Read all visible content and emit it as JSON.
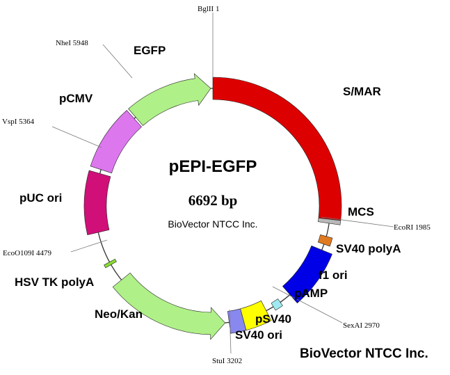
{
  "plasmid": {
    "name": "pEPI-EGFP",
    "size": "6692 bp",
    "company": "BioVector NTCC Inc.",
    "company_watermark": "BioVector NTCC Inc."
  },
  "features": [
    {
      "label": "S/MAR",
      "color": "#dd0000"
    },
    {
      "label": "MCS",
      "color": "#b8b8b8"
    },
    {
      "label": "SV40 polyA",
      "color": "#e07a20"
    },
    {
      "label": "f1 ori",
      "color": "#0000e6"
    },
    {
      "label": "pAMP",
      "color": "#9eeaf0"
    },
    {
      "label": "pSV40",
      "color": "#ffff00"
    },
    {
      "label": "SV40 ori",
      "color": "#8888ee"
    },
    {
      "label": "Neo/Kan",
      "color": "#b0f088"
    },
    {
      "label": "HSV TK polyA",
      "color": "#88dd33"
    },
    {
      "label": "pUC ori",
      "color": "#d00f78"
    },
    {
      "label": "pCMV",
      "color": "#dd77ee"
    },
    {
      "label": "EGFP",
      "color": "#b0f088"
    }
  ],
  "sites": [
    {
      "label": "BglII 1"
    },
    {
      "label": "EcoRI 1985"
    },
    {
      "label": "SexAI 2970"
    },
    {
      "label": "StuI 3202"
    },
    {
      "label": "EcoO109I 4479"
    },
    {
      "label": "VspI 5364"
    },
    {
      "label": "NheI 5948"
    }
  ]
}
